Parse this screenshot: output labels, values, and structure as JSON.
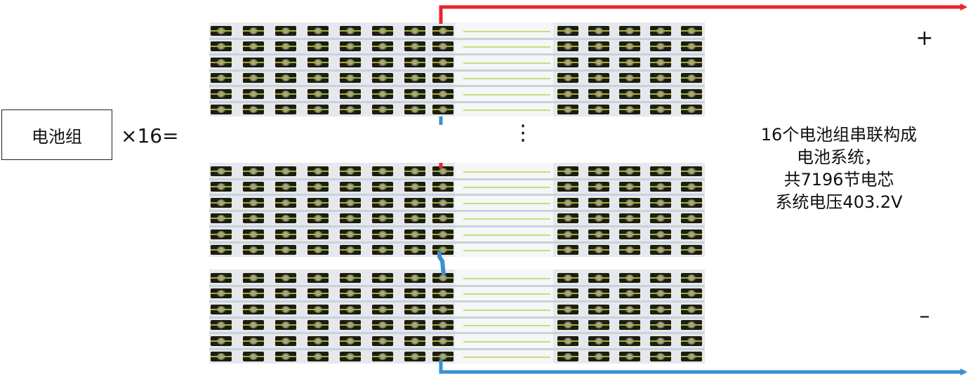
{
  "diagram": {
    "module_label": "电池组",
    "multiplier": "×16=",
    "ellipsis": "⋮",
    "description_lines": [
      "16个电池组串联构成",
      "电池系统，",
      "共7196节电芯",
      "系统电压403.2V"
    ],
    "positive_label": "+",
    "negative_label": "–",
    "colors": {
      "positive_wire": "#e8262c",
      "negative_wire": "#3a8fd0"
    }
  }
}
